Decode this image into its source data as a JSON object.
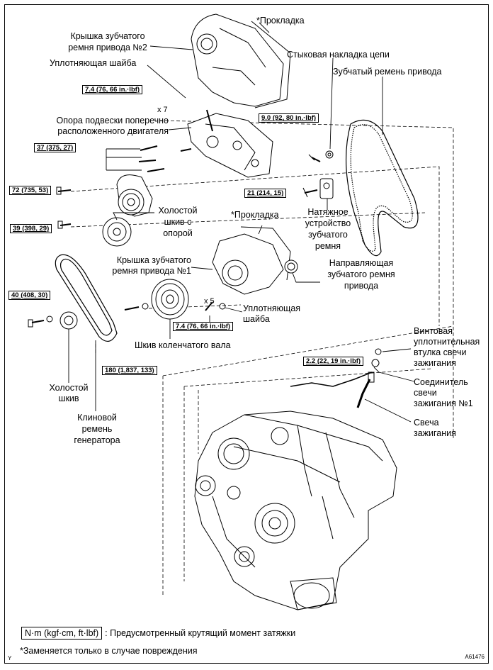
{
  "labels": {
    "gasket_top": "*Прокладка",
    "cover2_a": "Крышка зубчатого",
    "cover2_b": "ремня привода №2",
    "chain_plate": "Стыковая накладка цепи",
    "washer_top": "Уплотняющая шайба",
    "timing_belt": "Зубчатый ремень привода",
    "x7": "x 7",
    "mount_a": "Опора подвески поперечно",
    "mount_b": "расположенного двигателя",
    "idler_sup_a": "Холостой",
    "idler_sup_b": "шкив с",
    "idler_sup_c": "опорой",
    "gasket_mid": "*Прокладка",
    "tensioner_a": "Натяжное",
    "tensioner_b": "устройство",
    "tensioner_c": "зубчатого",
    "tensioner_d": "ремня",
    "cover1_a": "Крышка зубчатого",
    "cover1_b": "ремня привода №1",
    "guide_a": "Направляющая",
    "guide_b": "зубчатого ремня",
    "guide_c": "привода",
    "x5": "x 5",
    "washer_mid_a": "Уплотняющая",
    "washer_mid_b": "шайба",
    "crank_pulley": "Шкив коленчатого вала",
    "idler_a": "Холостой",
    "idler_b": "шкив",
    "vbelt_a": "Клиновой",
    "vbelt_b": "ремень",
    "vbelt_c": "генератора",
    "seal_a": "Винтовая",
    "seal_b": "уплотнительная",
    "seal_c": "втулка свечи",
    "seal_d": "зажигания",
    "connector_a": "Соединитель",
    "connector_b": "свечи",
    "connector_c": "зажигания №1",
    "plug_a": "Свеча",
    "plug_b": "зажигания"
  },
  "torques": {
    "t74_top": "7.4 (76, 66 in.·lbf)",
    "t90": "9.0 (92, 80 in.·lbf)",
    "t37": "37 (375, 27)",
    "t72": "72 (735, 53)",
    "t21": "21 (214, 15)",
    "t39": "39 (398, 29)",
    "t40": "40 (408, 30)",
    "t74_mid": "7.4 (76, 66 in.·lbf)",
    "t180": "180 (1,837, 133)",
    "t22": "2.2 (22, 19 in.·lbf)"
  },
  "legend": {
    "unit": "N·m (kgf·cm, ft·lbf)",
    "text": ": Предусмотренный крутящий момент затяжки"
  },
  "note": "*Заменяется только в случае повреждения",
  "figure_code": "A61476",
  "corner_mark": "Y"
}
